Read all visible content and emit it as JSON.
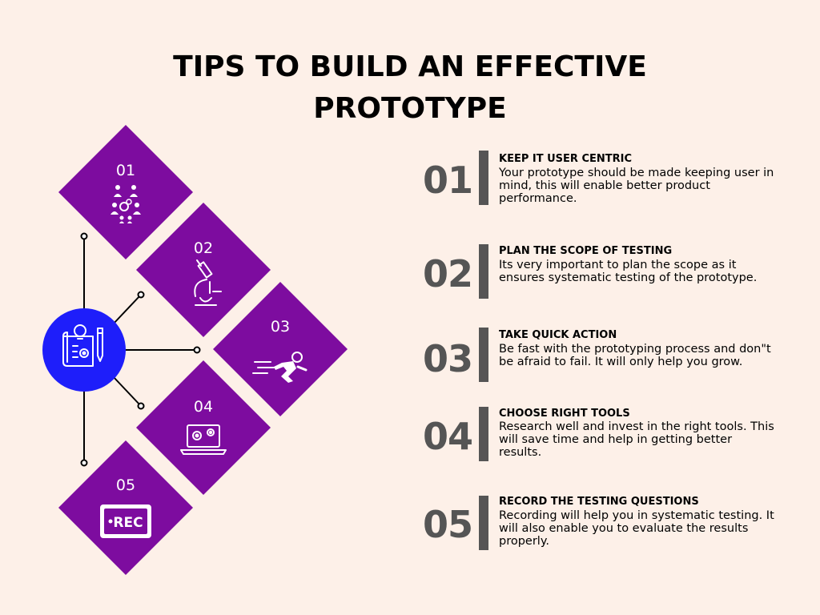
{
  "title_lines": [
    "TIPS TO BUILD AN EFFECTIVE",
    "PROTOTYPE"
  ],
  "colors": {
    "background": "#fdf0e8",
    "diamond": "#7d0c9f",
    "hub": "#1e1efa",
    "number": "#555555"
  },
  "hub_icon": "blueprint-idea-icon",
  "diamonds": [
    {
      "number": "01",
      "icon": "users-network-icon"
    },
    {
      "number": "02",
      "icon": "microscope-icon"
    },
    {
      "number": "03",
      "icon": "running-person-icon"
    },
    {
      "number": "04",
      "icon": "laptop-gears-icon"
    },
    {
      "number": "05",
      "icon": "rec-icon"
    }
  ],
  "tips": [
    {
      "number": "01",
      "title": "KEEP IT USER CENTRIC",
      "desc": "Your prototype should be made keeping user in mind, this will enable better product performance."
    },
    {
      "number": "02",
      "title": "PLAN THE SCOPE OF TESTING",
      "desc": "Its very important to plan the scope as it ensures systematic testing of the prototype."
    },
    {
      "number": "03",
      "title": "TAKE QUICK ACTION",
      "desc": "Be fast with the prototyping process and don\"t be afraid to fail. It will only help you grow."
    },
    {
      "number": "04",
      "title": "CHOOSE RIGHT TOOLS",
      "desc": "Research well and invest in the right tools. This will save time and help in getting better results."
    },
    {
      "number": "05",
      "title": "RECORD THE TESTING QUESTIONS",
      "desc": "Recording will help you in systematic testing. It will also enable you to evaluate the results properly."
    }
  ]
}
